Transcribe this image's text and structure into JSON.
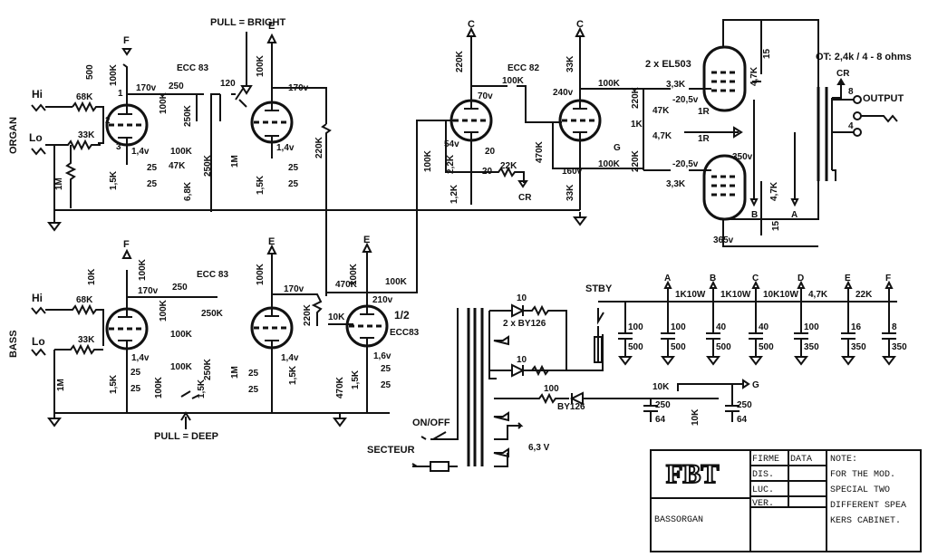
{
  "title_block": {
    "logo": "FBT",
    "model": "BASSORGAN",
    "columns": [
      "FIRME",
      "DATA"
    ],
    "rows": [
      "DIS. ",
      "LUC. ",
      "VER. "
    ],
    "note_lines": [
      "NOTE:",
      "FOR THE MOD.",
      "SPECIAL TWO",
      "DIFFERENT SPEA",
      "KERS CABINET."
    ]
  },
  "sections": {
    "organ": "ORGAN",
    "bass": "BASS",
    "hi": "Hi",
    "lo": "Lo"
  },
  "annotations": {
    "pull_bright": "PULL = BRIGHT",
    "pull_deep": "PULL = DEEP",
    "ot": "OT: 2,4k / 4 - 8 ohms",
    "output": "OUTPUT",
    "stby": "STBY",
    "on_off": "ON/OFF",
    "secteur": "SECTEUR",
    "heater": "6,3 V",
    "rect_pair": "2 x BY126",
    "rect_single": "BY126"
  },
  "tubes": {
    "organ": "ECC 83",
    "bass": "ECC 83",
    "phase": "ECC 82",
    "power": "2 x EL503",
    "mixer_half": "1/2",
    "mixer": "ECC83"
  },
  "organ_components": {
    "r_hi": "68K",
    "r_lo": "33K",
    "r_in": "1M",
    "c_plate": "500",
    "r_plate1": "100K",
    "v_plate1": "170v",
    "c_coup": "250",
    "r_tone1": "100K",
    "pot_treble": "250K",
    "c_mid": "100K",
    "c_bass": "47K",
    "pot_bass": "250K",
    "r_68": "6,8K",
    "r_cath1": "1,5K",
    "v_cath1": "1,4v",
    "c_cath1a": "25",
    "c_cath1b": "25",
    "c_bright": "120",
    "pot_vol": "1M",
    "r_plate2": "100K",
    "v_plate2": "170v",
    "r_cath2": "1,5K",
    "v_cath2": "1,4v",
    "c_cath2a": "25",
    "c_cath2b": "25",
    "r_mix": "220K"
  },
  "bass_components": {
    "r_hi": "68K",
    "r_lo": "33K",
    "r_in": "1M",
    "c_plate": "10K",
    "r_plate1": "100K",
    "v_plate1": "170v",
    "c_coup": "250",
    "r_tone1": "100K",
    "pot_treble": "250K",
    "c_mid": "100K",
    "c_bass": "100K",
    "pot_bass": "250K",
    "r_15": "1,5K",
    "c_deep": "100K",
    "r_cath1": "1,5K",
    "v_cath1": "1,4v",
    "c_cath1a": "25",
    "c_cath1b": "25",
    "pot_vol": "1M",
    "r_plate2": "100K",
    "v_plate2": "170v",
    "r_cath2": "1,5K",
    "v_cath2": "1,4v",
    "c_cath2a": "25",
    "c_cath2b": "25",
    "r_mix": "220K"
  },
  "mixer_components": {
    "r_plate": "100K",
    "r_fb": "470K",
    "c_out": "100K",
    "v_plate": "210v",
    "c_grid": "10K",
    "r_grid": "470K",
    "r_cath": "1,5K",
    "v_cath": "1,6v",
    "c_cath_a": "25",
    "c_cath_b": "25"
  },
  "phase_components": {
    "r_plate1": "220K",
    "v_plate1": "70v",
    "c_coup": "100K",
    "r_grid": "100K",
    "v_cath": "54v",
    "r_cath": "2,2K",
    "c_cath": "20",
    "c_cath2": "20",
    "r_tail": "1,2K",
    "r_nfb": "22K",
    "cr": "CR",
    "r_plate2": "33K",
    "v_plate2": "240v",
    "r_grid2": "470K",
    "v_cath2": "160v",
    "r_cath2": "33K",
    "c_out1": "100K",
    "c_out2": "100K"
  },
  "power_components": {
    "r_bias1": "220K",
    "r_bias2": "220K",
    "pot_bias": "1K",
    "r_47a": "47K",
    "r_47b": "4,7K",
    "r_g1a": "3,3K",
    "r_g1b": "3,3K",
    "v_bias1": "-20,5v",
    "v_bias2": "-20,5v",
    "r_1ra": "1R",
    "r_1rb": "1R",
    "g": "G",
    "r_snub1": "15",
    "c_snub1": "4,7K",
    "r_snub2": "15",
    "c_snub2": "4,7K",
    "v_screen": "350v",
    "v_plate": "365v",
    "b": "B",
    "a": "A",
    "tap8": "8",
    "tap4": "4"
  },
  "supply": {
    "rect_r1": "10",
    "rect_r2": "10",
    "bias_r": "100",
    "nodes": [
      "A",
      "B",
      "C",
      "D",
      "E",
      "F"
    ],
    "series_r": [
      "1K10W",
      "1K10W",
      "10K10W",
      "4,7K",
      "22K"
    ],
    "caps": [
      {
        "value": "100",
        "voltage": "500"
      },
      {
        "value": "100",
        "voltage": "500"
      },
      {
        "value": "40",
        "voltage": "500"
      },
      {
        "value": "40",
        "voltage": "500"
      },
      {
        "value": "100",
        "voltage": "350"
      },
      {
        "value": "16",
        "voltage": "350"
      },
      {
        "value": "8",
        "voltage": "350"
      }
    ],
    "bias_pot": "10K",
    "bias_r2": "10K",
    "bias_caps": [
      {
        "value": "250",
        "voltage": "64"
      },
      {
        "value": "250",
        "voltage": "64"
      }
    ],
    "g": "G"
  }
}
